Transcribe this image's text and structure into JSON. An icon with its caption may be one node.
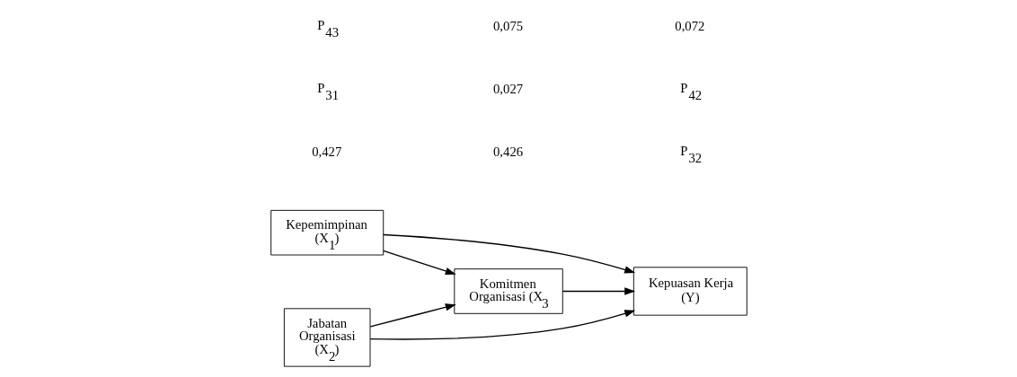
{
  "diagram": {
    "nodes": [
      {
        "text": [
          "Kepemimpinan (X$_{1}$)"
        ]
      },
      {
        "text": [
          "Jabatan Organisasi (X$_{2}$)"
        ]
      },
      {
        "text": [
          "Komitmen Organisasi (X$_{3}$"
        ]
      },
      {
        "text": [
          "Kepuasan Kerja (Y)"
        ]
      }
    ],
    "edges": [
      {
        "from": 0,
        "to": 2,
        "arrow": "to"
      },
      {
        "from": 0,
        "to": 3,
        "arrow": "to"
      },
      {
        "from": 1,
        "to": 2,
        "arrow": "to"
      },
      {
        "from": 1,
        "to": 3,
        "arrow": "to"
      },
      {
        "from": 2,
        "to": 3,
        "arrow": "to"
      }
    ],
    "labels": [
      "0,427",
      "P$_{31}$",
      "P$_{43}$",
      "0,426",
      "0,027",
      "0,075",
      "P$_{32}$",
      "P$_{42}$",
      "0,072"
    ]
  }
}
